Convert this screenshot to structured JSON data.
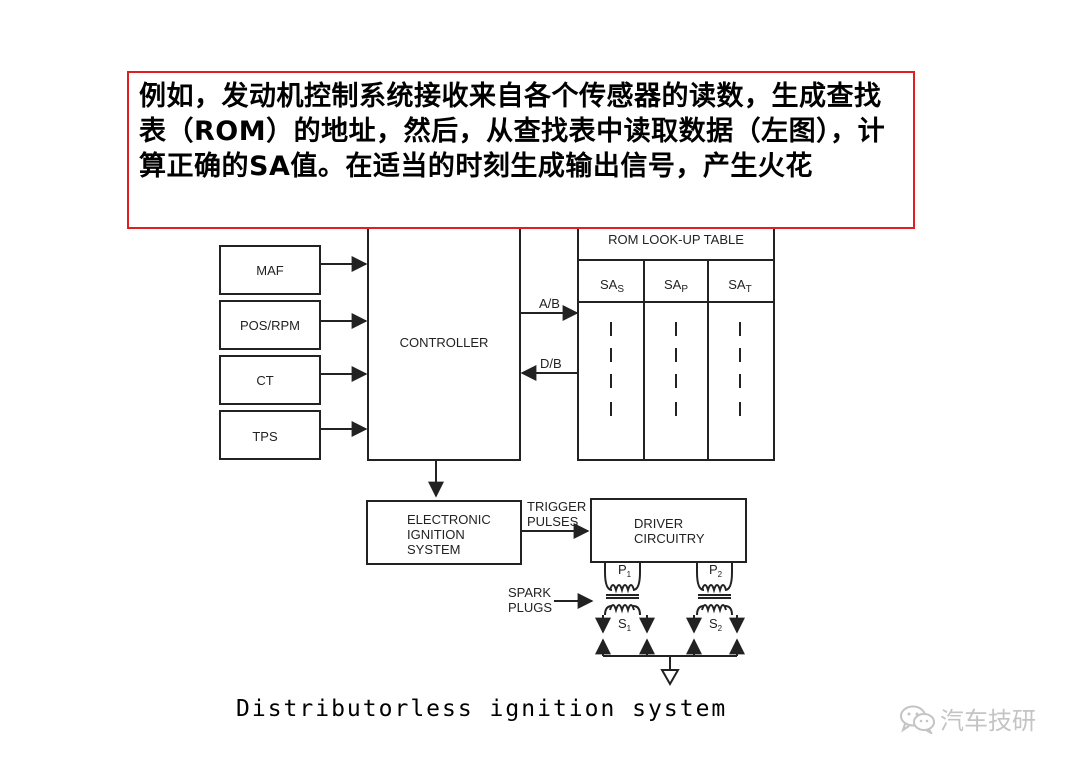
{
  "note": {
    "text": "例如，发动机控制系统接收来自各个传感器的读数，生成查找表（ROM）的地址，然后，从查找表中读取数据（左图），计算正确的SA值。在适当的时刻生成输出信号，产生火花",
    "border_color": "#e02020"
  },
  "diagram": {
    "sensors": [
      "MAF",
      "POS/RPM",
      "CT",
      "TPS"
    ],
    "controller_label": "CONTROLLER",
    "address_bus_label": "A/B",
    "data_bus_label": "D/B",
    "rom": {
      "title": "ROM LOOK-UP TABLE",
      "columns": [
        {
          "base": "SA",
          "sub": "S"
        },
        {
          "base": "SA",
          "sub": "P"
        },
        {
          "base": "SA",
          "sub": "T"
        }
      ]
    },
    "ignition_system_lines": [
      "ELECTRONIC",
      "IGNITION",
      "SYSTEM"
    ],
    "trigger_lines": [
      "TRIGGER",
      "PULSES"
    ],
    "driver_lines": [
      "DRIVER",
      "CIRCUITRY"
    ],
    "spark_plug_lines": [
      "SPARK",
      "PLUGS"
    ],
    "coils": [
      {
        "primary_base": "P",
        "primary_sub": "1",
        "secondary_base": "S",
        "secondary_sub": "1"
      },
      {
        "primary_base": "P",
        "primary_sub": "2",
        "secondary_base": "S",
        "secondary_sub": "2"
      }
    ]
  },
  "caption": "Distributorless ignition system",
  "watermark": {
    "text": "汽车技研",
    "icon": "wechat-icon",
    "color": "#c4c4c4"
  }
}
